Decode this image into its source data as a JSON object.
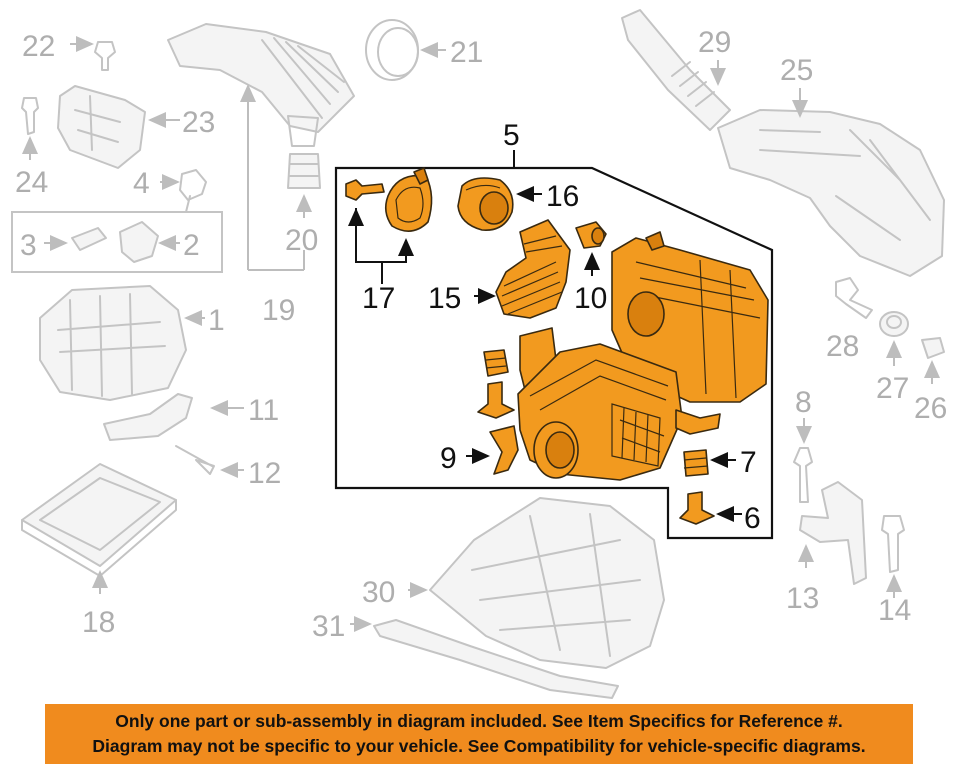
{
  "callouts": {
    "c1": "1",
    "c2": "2",
    "c3": "3",
    "c4": "4",
    "c5": "5",
    "c6": "6",
    "c7": "7",
    "c8": "8",
    "c9": "9",
    "c10": "10",
    "c11": "11",
    "c12": "12",
    "c13": "13",
    "c14": "14",
    "c15": "15",
    "c16": "16",
    "c17": "17",
    "c18": "18",
    "c19": "19",
    "c20": "20",
    "c21": "21",
    "c22": "22",
    "c23": "23",
    "c24": "24",
    "c25": "25",
    "c26": "26",
    "c27": "27",
    "c28": "28",
    "c29": "29",
    "c30": "30",
    "c31": "31"
  },
  "banner": {
    "line1": "Only one part or sub-assembly in diagram included. See Item Specifics for Reference #.",
    "line2": "Diagram may not be specific to your vehicle. See Compatibility for vehicle-specific diagrams."
  },
  "colors": {
    "highlight": "#f29a1f",
    "banner": "#f08b1e",
    "greyed": "#c4c4c4"
  }
}
